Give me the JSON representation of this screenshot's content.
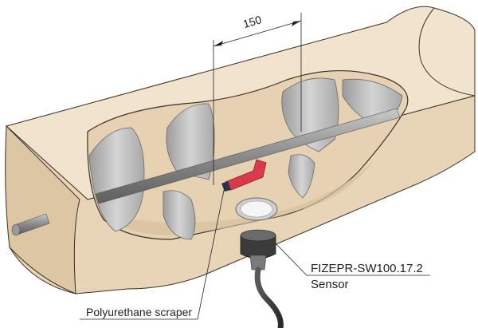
{
  "dimension": {
    "value": "150"
  },
  "sensor": {
    "model": "FIZEPR-SW100.17.2",
    "caption": "Sensor"
  },
  "scraper": {
    "label": "Polyurethane scraper"
  },
  "colors": {
    "housing": "#ecdcc4",
    "housing_edge": "#3a3128",
    "interior": "#e2ceb0",
    "blade": "#b9b9b9",
    "shaft": "#8e8e8e",
    "scraper": "#d93a4c",
    "sensor_body": "#3b3b3b",
    "leader_line": "#222222"
  }
}
